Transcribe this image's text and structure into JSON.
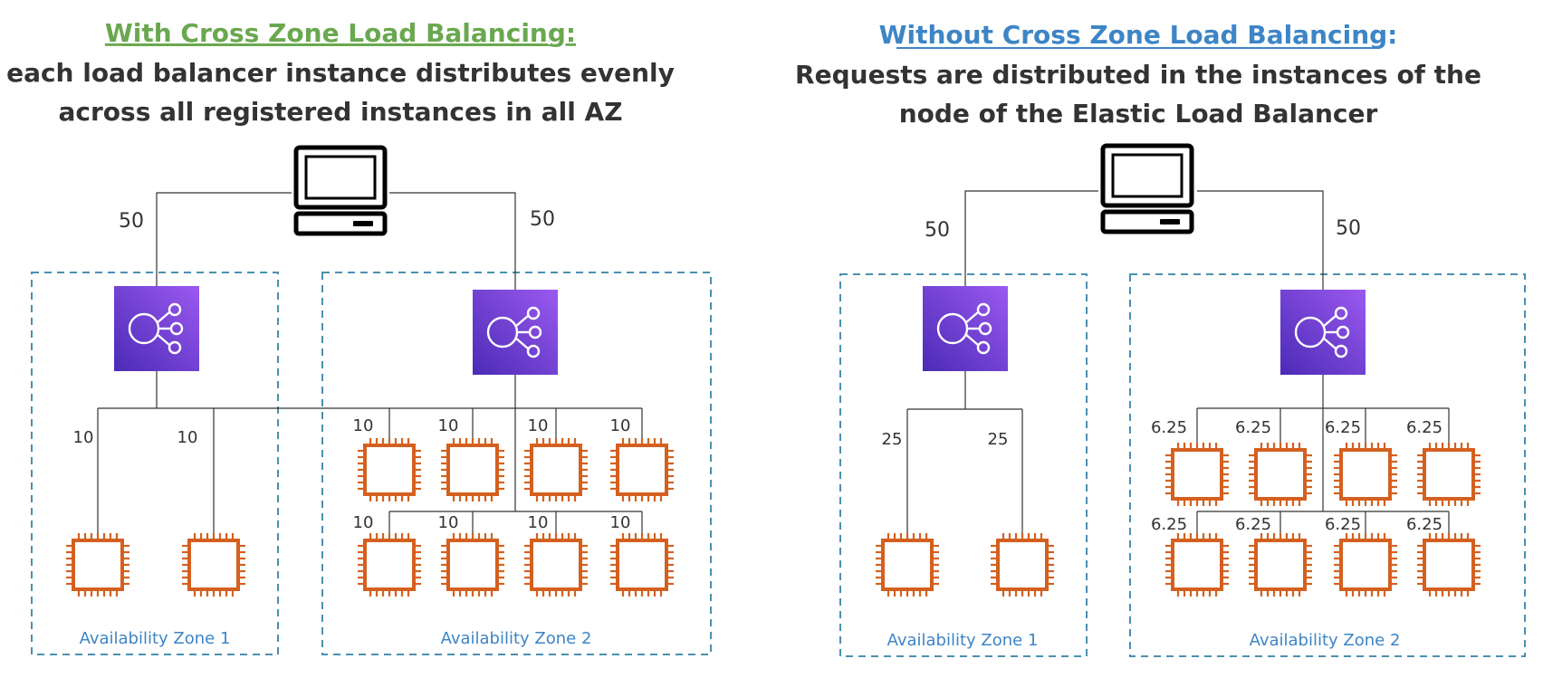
{
  "colors": {
    "left_title": "#6aa84f",
    "right_title": "#3d85c6",
    "text": "#333333",
    "az_border": "#4a90b0",
    "instance": "#d4601f",
    "lb_top": "#9b59f0",
    "lb_bottom": "#5a2fc0"
  },
  "left": {
    "title": "With Cross Zone Load Balancing:",
    "subtitle_line1": "each load balancer instance distributes evenly",
    "subtitle_line2": "across all registered instances in all AZ",
    "client_to_lb_1": "50",
    "client_to_lb_2": "50",
    "az1_label": "Availability Zone 1",
    "az2_label": "Availability Zone 2",
    "instance_weights": [
      "10",
      "10",
      "10",
      "10",
      "10",
      "10",
      "10",
      "10",
      "10",
      "10"
    ]
  },
  "right": {
    "title": "Without Cross Zone Load Balancing:",
    "subtitle_line1": "Requests are distributed in the instances of the",
    "subtitle_line2": "node of the Elastic Load Balancer",
    "client_to_lb_1": "50",
    "client_to_lb_2": "50",
    "az1_label": "Availability Zone 1",
    "az2_label": "Availability Zone 2",
    "instance_weights": [
      "25",
      "25",
      "6.25",
      "6.25",
      "6.25",
      "6.25",
      "6.25",
      "6.25",
      "6.25",
      "6.25"
    ]
  },
  "icons": {
    "client": "computer-icon",
    "load_balancer": "load-balancer-icon",
    "instance": "ec2-instance-icon"
  }
}
